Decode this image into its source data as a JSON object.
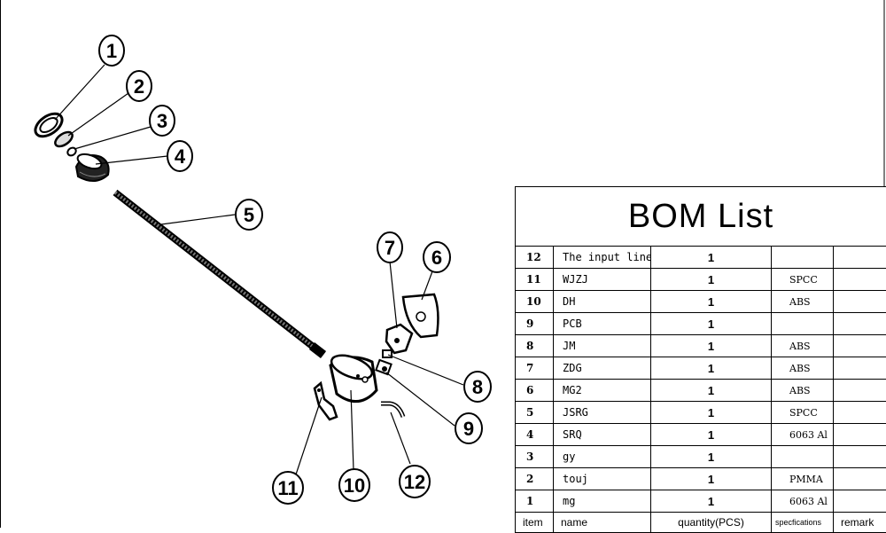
{
  "bom": {
    "title": "BOM  List",
    "rows": [
      {
        "item": "12",
        "name": "The input line",
        "qty": "1",
        "spec": "",
        "remark": ""
      },
      {
        "item": "11",
        "name": "WJZJ",
        "qty": "1",
        "spec": "SPCC",
        "remark": ""
      },
      {
        "item": "10",
        "name": "DH",
        "qty": "1",
        "spec": "ABS",
        "remark": ""
      },
      {
        "item": "9",
        "name": "PCB",
        "qty": "1",
        "spec": "",
        "remark": ""
      },
      {
        "item": "8",
        "name": "JM",
        "qty": "1",
        "spec": "ABS",
        "remark": ""
      },
      {
        "item": "7",
        "name": "ZDG",
        "qty": "1",
        "spec": "ABS",
        "remark": ""
      },
      {
        "item": "6",
        "name": "MG2",
        "qty": "1",
        "spec": "ABS",
        "remark": ""
      },
      {
        "item": "5",
        "name": "JSRG",
        "qty": "1",
        "spec": "SPCC",
        "remark": ""
      },
      {
        "item": "4",
        "name": "SRQ",
        "qty": "1",
        "spec": "6063 Al",
        "remark": ""
      },
      {
        "item": "3",
        "name": "gy",
        "qty": "1",
        "spec": "",
        "remark": ""
      },
      {
        "item": "2",
        "name": "touj",
        "qty": "1",
        "spec": "PMMA",
        "remark": ""
      },
      {
        "item": "1",
        "name": "mg",
        "qty": "1",
        "spec": "6063 Al",
        "remark": ""
      }
    ],
    "headers": {
      "item": "item",
      "name": "name",
      "qty": "quantity(PCS)",
      "spec": "specfications",
      "remark": "remark"
    }
  },
  "callouts": [
    "1",
    "2",
    "3",
    "4",
    "5",
    "6",
    "7",
    "8",
    "9",
    "10",
    "11",
    "12"
  ]
}
